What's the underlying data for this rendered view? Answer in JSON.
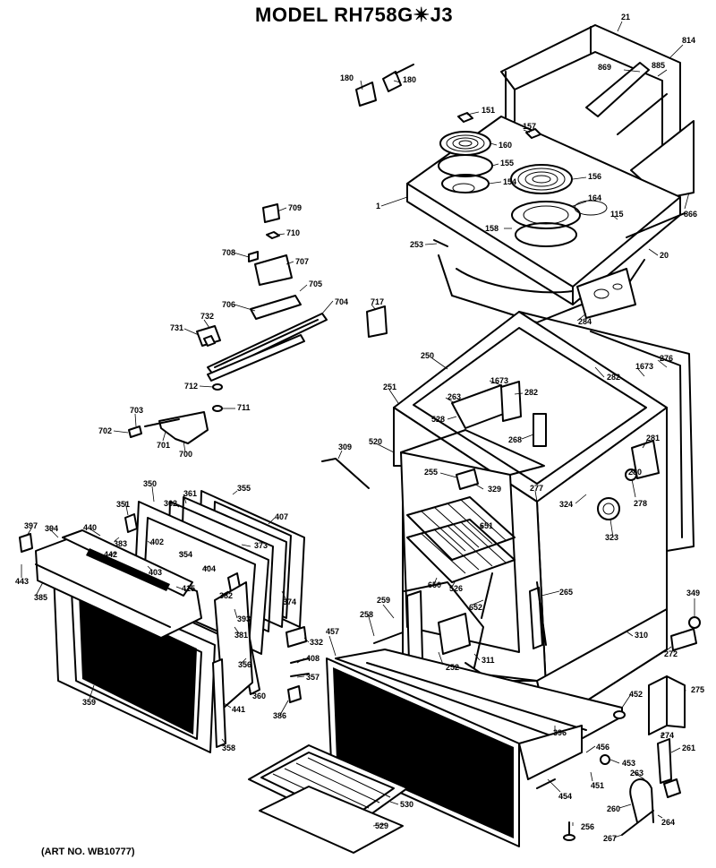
{
  "header": {
    "title": "MODEL RH758G✴J3"
  },
  "footer": {
    "art_no": "(ART NO. WB10777)"
  },
  "labels": {
    "l21": "21",
    "l814": "814",
    "l869": "869",
    "l885": "885",
    "l866": "866",
    "l180a": "180",
    "l180b": "180",
    "l151": "151",
    "l157": "157",
    "l160": "160",
    "l155": "155",
    "l154": "154",
    "l156": "156",
    "l164": "164",
    "l115": "115",
    "l158": "158",
    "l1": "1",
    "l20": "20",
    "l253": "253",
    "l284": "284",
    "l709": "709",
    "l710": "710",
    "l708": "708",
    "l707": "707",
    "l705": "705",
    "l706": "706",
    "l704": "704",
    "l717": "717",
    "l732": "732",
    "l731": "731",
    "l712": "712",
    "l711": "711",
    "l703": "703",
    "l702": "702",
    "l701": "701",
    "l700": "700",
    "l250": "250",
    "l1673a": "1673",
    "l1673b": "1673",
    "l276": "276",
    "l282a": "282",
    "l282b": "282",
    "l251": "251",
    "l263": "263",
    "l528": "528",
    "l268": "268",
    "l281": "281",
    "l309": "309",
    "l520": "520",
    "l255": "255",
    "l329": "329",
    "l277": "277",
    "l324": "324",
    "l280": "280",
    "l278": "278",
    "l651": "651",
    "l323": "323",
    "l350": "350",
    "l361": "361",
    "l355": "355",
    "l362": "362",
    "l351": "351",
    "l397": "397",
    "l394": "394",
    "l440": "440",
    "l383": "383",
    "l402": "402",
    "l407": "407",
    "l373": "373",
    "l442": "442",
    "l354": "354",
    "l403": "403",
    "l404": "404",
    "l443": "443",
    "l385": "385",
    "l415": "415",
    "l382": "382",
    "l374": "374",
    "l393": "393",
    "l650": "650",
    "l526": "526",
    "l652": "652",
    "l265": "265",
    "l349": "349",
    "l259": "259",
    "l258": "258",
    "l381": "381",
    "l332": "332",
    "l356": "356",
    "l457": "457",
    "l252": "252",
    "l311": "311",
    "l310": "310",
    "l272": "272",
    "l408": "408",
    "l357": "357",
    "l360": "360",
    "l359": "359",
    "l441": "441",
    "l386": "386",
    "l358": "358",
    "l452": "452",
    "l275": "275",
    "l396": "396",
    "l274": "274",
    "l261": "261",
    "l456": "456",
    "l453": "453",
    "l451": "451",
    "l263b": "263",
    "l454": "454",
    "l530": "530",
    "l529": "529",
    "l260": "260",
    "l264": "264",
    "l256": "256",
    "l267": "267"
  }
}
